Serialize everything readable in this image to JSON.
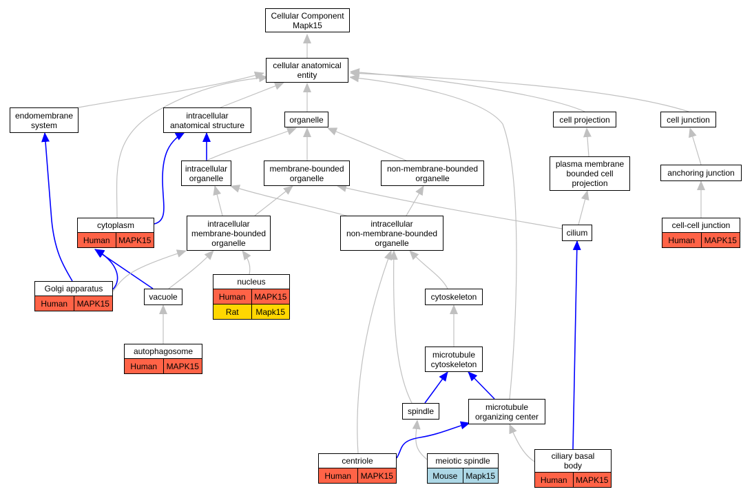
{
  "colors": {
    "human": "#ff6347",
    "rat": "#ffd700",
    "mouse": "#add8e6",
    "is_a_edge": "#c0c0c0",
    "part_of_edge": "#0000ff"
  },
  "nodes": [
    {
      "id": "root",
      "label": "Cellular Component\nMapk15"
    },
    {
      "id": "cae",
      "label": "cellular anatomical\nentity"
    },
    {
      "id": "endomembrane",
      "label": "endomembrane\nsystem"
    },
    {
      "id": "ias",
      "label": "intracellular\nanatomical structure"
    },
    {
      "id": "organelle",
      "label": "organelle"
    },
    {
      "id": "cellproj",
      "label": "cell projection"
    },
    {
      "id": "celljunc",
      "label": "cell junction"
    },
    {
      "id": "intorg",
      "label": "intracellular\norganelle"
    },
    {
      "id": "mbo",
      "label": "membrane-bounded\norganelle"
    },
    {
      "id": "nmbo",
      "label": "non-membrane-bounded\norganelle"
    },
    {
      "id": "pmbcp",
      "label": "plasma membrane\nbounded cell\nprojection"
    },
    {
      "id": "anchjunc",
      "label": "anchoring junction"
    },
    {
      "id": "cytoplasm",
      "label": "cytoplasm",
      "rows": [
        {
          "species": "Human",
          "gene": "MAPK15",
          "color": "human"
        }
      ]
    },
    {
      "id": "imbo",
      "label": "intracellular\nmembrane-bounded\norganelle"
    },
    {
      "id": "inmbo",
      "label": "intracellular\nnon-membrane-bounded\norganelle"
    },
    {
      "id": "cilium",
      "label": "cilium"
    },
    {
      "id": "ccjunc",
      "label": "cell-cell junction",
      "rows": [
        {
          "species": "Human",
          "gene": "MAPK15",
          "color": "human"
        }
      ]
    },
    {
      "id": "golgi",
      "label": "Golgi apparatus",
      "rows": [
        {
          "species": "Human",
          "gene": "MAPK15",
          "color": "human"
        }
      ]
    },
    {
      "id": "vacuole",
      "label": "vacuole"
    },
    {
      "id": "nucleus",
      "label": "nucleus",
      "rows": [
        {
          "species": "Human",
          "gene": "MAPK15",
          "color": "human"
        },
        {
          "species": "Rat",
          "gene": "Mapk15",
          "color": "rat"
        }
      ]
    },
    {
      "id": "cytoskel",
      "label": "cytoskeleton"
    },
    {
      "id": "autophago",
      "label": "autophagosome",
      "rows": [
        {
          "species": "Human",
          "gene": "MAPK15",
          "color": "human"
        }
      ]
    },
    {
      "id": "mtcyto",
      "label": "microtubule\ncytoskeleton"
    },
    {
      "id": "spindle",
      "label": "spindle"
    },
    {
      "id": "mtoc",
      "label": "microtubule\norganizing center"
    },
    {
      "id": "centriole",
      "label": "centriole",
      "rows": [
        {
          "species": "Human",
          "gene": "MAPK15",
          "color": "human"
        }
      ]
    },
    {
      "id": "meiotic",
      "label": "meiotic spindle",
      "rows": [
        {
          "species": "Mouse",
          "gene": "Mapk15",
          "color": "mouse"
        }
      ]
    },
    {
      "id": "cbb",
      "label": "ciliary basal\nbody",
      "rows": [
        {
          "species": "Human",
          "gene": "MAPK15",
          "color": "human"
        }
      ]
    }
  ]
}
